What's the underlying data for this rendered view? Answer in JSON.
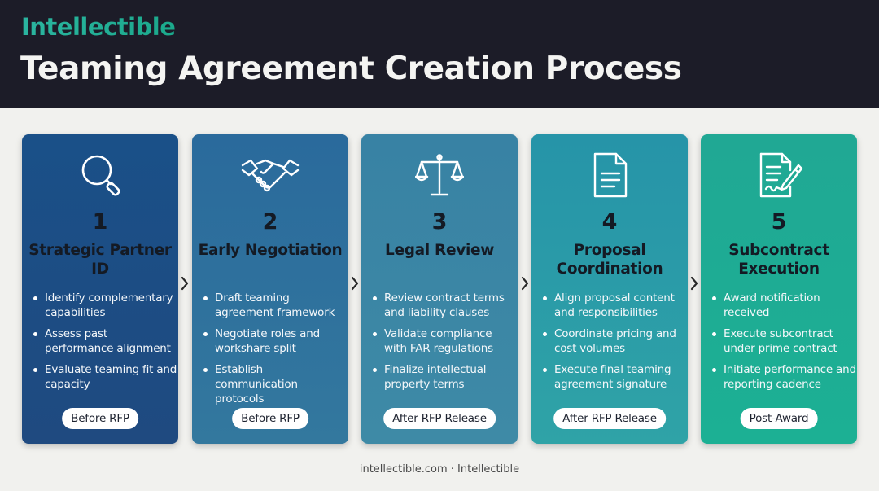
{
  "header": {
    "brand": "Intellectible",
    "title": "Teaming Agreement Creation Process"
  },
  "steps": [
    {
      "number": "1",
      "title": "Strategic Partner ID",
      "icon": "magnifier-icon",
      "color_top": "#1a5088",
      "color_bottom": "#1f4a80",
      "bullets": [
        "Identify complementary capabilities",
        "Assess past performance alignment",
        "Evaluate teaming fit and capacity"
      ],
      "phase": "Before RFP"
    },
    {
      "number": "2",
      "title": "Early Negotiation",
      "icon": "handshake-icon",
      "color_top": "#2a6a9c",
      "color_bottom": "#33789e",
      "bullets": [
        "Draft teaming agreement framework",
        "Negotiate roles and workshare split",
        "Establish communication protocols"
      ],
      "phase": "Before RFP"
    },
    {
      "number": "3",
      "title": "Legal Review",
      "icon": "scales-icon",
      "color_top": "#3882a4",
      "color_bottom": "#3e8aa6",
      "bullets": [
        "Review contract terms and liability clauses",
        "Validate compliance with FAR regulations",
        "Finalize intellectual property terms"
      ],
      "phase": "After RFP Release"
    },
    {
      "number": "4",
      "title": "Proposal Coordination",
      "icon": "document-icon",
      "color_top": "#2694a8",
      "color_bottom": "#2fa3a7",
      "bullets": [
        "Align proposal content and responsibilities",
        "Coordinate pricing and cost volumes",
        "Execute final teaming agreement signature"
      ],
      "phase": "After RFP Release"
    },
    {
      "number": "5",
      "title": "Subcontract Execution",
      "icon": "signed-contract-icon",
      "color_top": "#20a894",
      "color_bottom": "#1cb094",
      "bullets": [
        "Award notification received",
        "Execute subcontract under prime contract",
        "Initiate performance and reporting cadence"
      ],
      "phase": "Post-Award"
    }
  ],
  "footer": {
    "text": "intellectible.com · Intellectible"
  }
}
